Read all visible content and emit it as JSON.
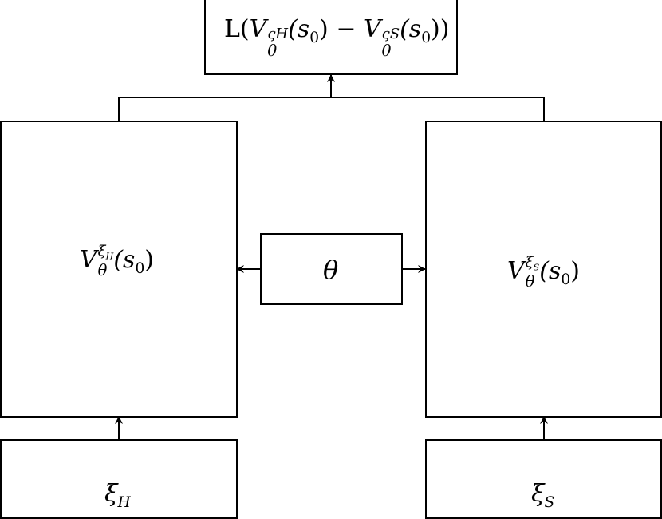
{
  "loss": {
    "prefix": "L(",
    "V": "V",
    "sup_H": "ςH",
    "sub_theta": "θ",
    "arg": "(s",
    "arg_sub": "0",
    "arg_close": ")",
    "minus": "−",
    "sup_S": "ςS",
    "close": "))"
  },
  "left_value": {
    "V": "V",
    "sup": "ξ",
    "sup_sub": "H",
    "sub": "θ",
    "arg_open": "(s",
    "arg_sub": "0",
    "arg_close": ")"
  },
  "right_value": {
    "V": "V",
    "sup": "ξ",
    "sup_sub": "S",
    "sub": "θ",
    "arg_open": "(s",
    "arg_sub": "0",
    "arg_close": ")"
  },
  "theta": {
    "label": "θ"
  },
  "left_input": {
    "symbol": "ξ",
    "sub": "H"
  },
  "right_input": {
    "symbol": "ξ",
    "sub": "S"
  },
  "colors": {
    "stroke": "#000000",
    "background": "#ffffff"
  }
}
